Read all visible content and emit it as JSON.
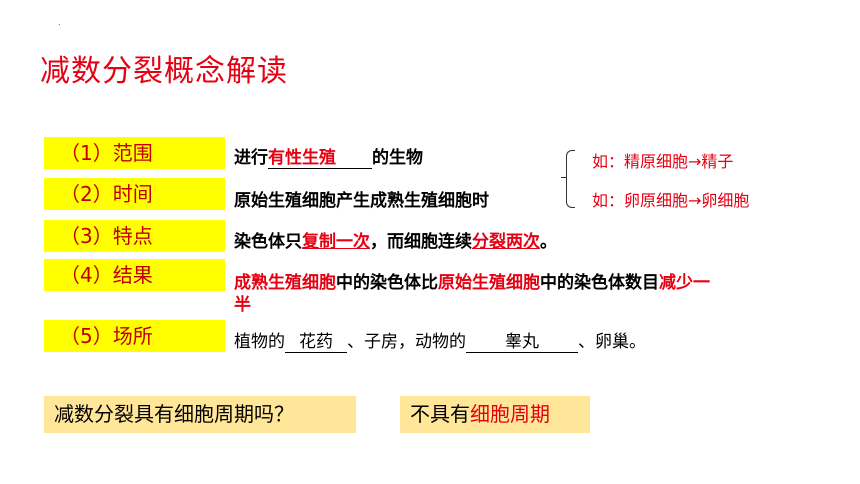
{
  "title": "减数分裂概念解读",
  "dot": ".",
  "items": [
    {
      "label": "（1）范围"
    },
    {
      "label": "（2）时间"
    },
    {
      "label": "（3）特点"
    },
    {
      "label": "（4）结果"
    },
    {
      "label": "（5）场所"
    }
  ],
  "range": {
    "prefix": "进行",
    "answer": "有性生殖",
    "suffix": "的生物"
  },
  "time": {
    "text": "原始生殖细胞产生成熟生殖细胞时"
  },
  "examples": [
    "如：精原细胞→精子",
    "如：卵原细胞→卵细胞"
  ],
  "feature": {
    "t1": "染色体只",
    "t2": "复制一次",
    "t3": "，而细胞连续",
    "t4": "分裂两次",
    "t5": "。"
  },
  "result": {
    "t1": "成熟生殖细胞",
    "t2": "中的染色体比",
    "t3": "原始生殖细胞",
    "t4": "中的染色体数目",
    "t5": "减少一",
    "t6": "半"
  },
  "site": {
    "t1": "植物的",
    "a1": "花药",
    "t2": "、子房，动物的",
    "a2": "睾丸",
    "t3": "、卵巢。"
  },
  "question": "减数分裂具有细胞周期吗？",
  "answer": {
    "t1": "不具有",
    "t2": "细胞周期"
  },
  "colors": {
    "red": "#e60012",
    "label_bg": "#ffff00",
    "label_text": "#c00000",
    "box_bg": "#ffe699"
  }
}
